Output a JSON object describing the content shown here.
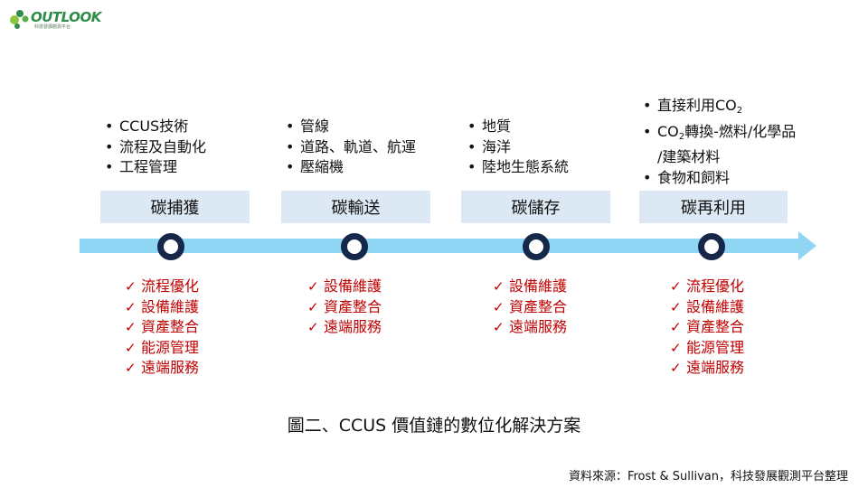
{
  "logo": {
    "text": "OUTLOOK",
    "sub": "科技發展觀測平台"
  },
  "stages": [
    {
      "label": "碳捕獲",
      "bullets": [
        "CCUS技術",
        "流程及自動化",
        "工程管理"
      ],
      "checks": [
        "流程優化",
        "設備維護",
        "資產整合",
        "能源管理",
        "遠端服務"
      ]
    },
    {
      "label": "碳輸送",
      "bullets": [
        "管線",
        "道路、軌道、航運",
        "壓縮機"
      ],
      "checks": [
        "設備維護",
        "資產整合",
        "遠端服務"
      ]
    },
    {
      "label": "碳儲存",
      "bullets": [
        "地質",
        "海洋",
        "陸地生態系統"
      ],
      "checks": [
        "設備維護",
        "資產整合",
        "遠端服務"
      ]
    },
    {
      "label": "碳再利用",
      "bullets": [
        "直接利用CO",
        "CO",
        "轉換-燃料/化學品",
        "/建築材料",
        "食物和飼料"
      ],
      "checks": [
        "流程優化",
        "設備維護",
        "資產整合",
        "能源管理",
        "遠端服務"
      ]
    }
  ],
  "subscript": "2",
  "caption": "圖二、CCUS 價值鏈的數位化解決方案",
  "source": "資料來源：Frost & Sullivan，科技發展觀測平台整理",
  "colors": {
    "stage_bg": "#dce8f4",
    "arrow": "#8fd6f5",
    "node": "#15284a",
    "check": "#c00000"
  }
}
